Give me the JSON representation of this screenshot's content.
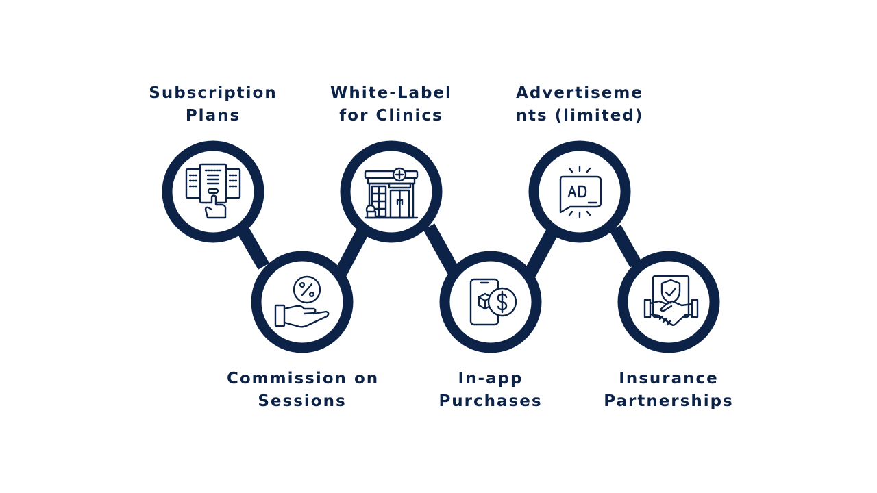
{
  "colors": {
    "navy": "#0c2347",
    "background": "#ffffff"
  },
  "steps": [
    {
      "lines": [
        "Subscription",
        "Plans"
      ],
      "icon": "pricing-plans-tap-icon"
    },
    {
      "lines": [
        "Commission on",
        "Sessions"
      ],
      "icon": "percent-hand-icon"
    },
    {
      "lines": [
        "White-Label",
        "for Clinics"
      ],
      "icon": "clinic-building-icon"
    },
    {
      "lines": [
        "In-app",
        "Purchases"
      ],
      "icon": "phone-box-dollar-icon"
    },
    {
      "lines": [
        "Advertiseme",
        "nts (limited)"
      ],
      "icon": "ad-speech-bubble-icon"
    },
    {
      "lines": [
        "Insurance",
        "Partnerships"
      ],
      "icon": "shield-handshake-icon"
    }
  ]
}
